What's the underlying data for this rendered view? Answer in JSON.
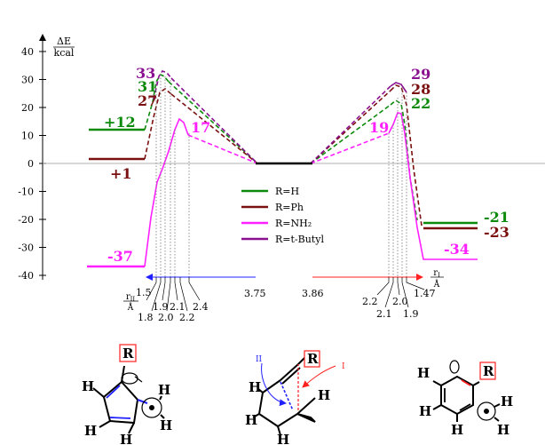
{
  "axis": {
    "y_label_num": "ΔE",
    "y_label_den": "kcal",
    "y_ticks": [
      "40",
      "30",
      "20",
      "10",
      "0",
      "-10",
      "-20",
      "-30",
      "-40"
    ]
  },
  "bottom_axis": {
    "left_unit_num": "r_II",
    "left_unit_den": "Å",
    "right_unit_num": "r_I",
    "right_unit_den": "Å",
    "left_labels": [
      "1.5",
      "1.8",
      "1.9",
      "2.0",
      "2.1",
      "2.2",
      "2.4",
      "3.75"
    ],
    "right_labels": [
      "3.86",
      "2.2",
      "2.1",
      "2.0",
      "1.9",
      "1.47"
    ]
  },
  "legend": [
    {
      "label": "R=H",
      "color": "#0b8a0b"
    },
    {
      "label": "R=Ph",
      "color": "#7a1010"
    },
    {
      "label": "R=NH₂",
      "color": "#ff20ff"
    },
    {
      "label": "R=t-Butyl",
      "color": "#8a1090"
    }
  ],
  "energy_labels": {
    "h_reactant": "+12",
    "ph_reactant": "+1",
    "nh2_reactant": "-37",
    "tbu_ts1": "33",
    "h_ts1": "31",
    "ph_ts1": "27",
    "nh2_ts1": "17",
    "tbu_ts2": "29",
    "ph_ts2": "28",
    "h_ts2": "22",
    "nh2_ts2": "19",
    "h_product": "-21",
    "ph_product": "-23",
    "nh2_product": "-34"
  },
  "structures": {
    "left": {
      "substituent": "R",
      "atoms": [
        "H",
        "H",
        "H",
        "H",
        "H"
      ]
    },
    "middle": {
      "substituent": "R",
      "atoms": [
        "H",
        "H",
        "H",
        "H"
      ],
      "path_labels": [
        "II",
        "I"
      ]
    },
    "right": {
      "substituent": "R",
      "atoms": [
        "H",
        "H",
        "H",
        "H",
        "H"
      ]
    }
  },
  "colors": {
    "h": "#0b8a0b",
    "ph": "#7a1010",
    "nh2": "#ff20ff",
    "tbu": "#8a1090",
    "blue_arrow": "#2020ff",
    "red_arrow": "#ff2020"
  }
}
